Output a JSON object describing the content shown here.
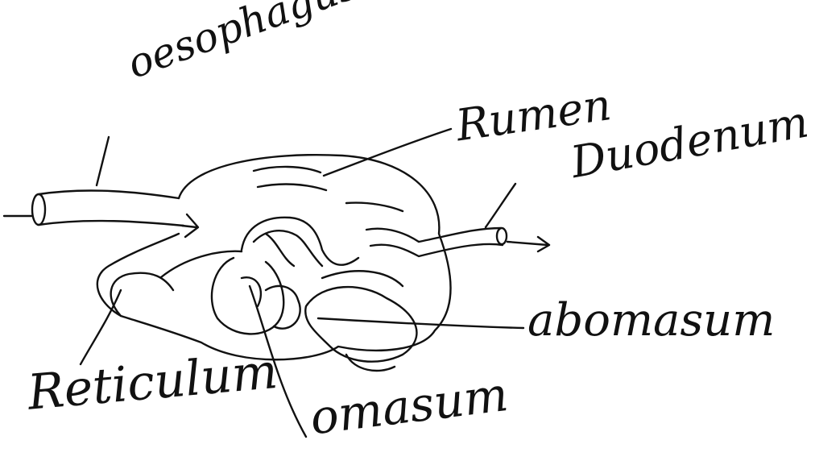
{
  "diagram": {
    "labels": {
      "oesophagus": "oesophagus",
      "rumen": "Rumen",
      "duodenum": "Duodenum",
      "abomasum": "abomasum",
      "reticulum": "Reticulum",
      "omasum": "omasum"
    }
  },
  "colors": {
    "ink": "#111111",
    "background": "#ffffff"
  }
}
